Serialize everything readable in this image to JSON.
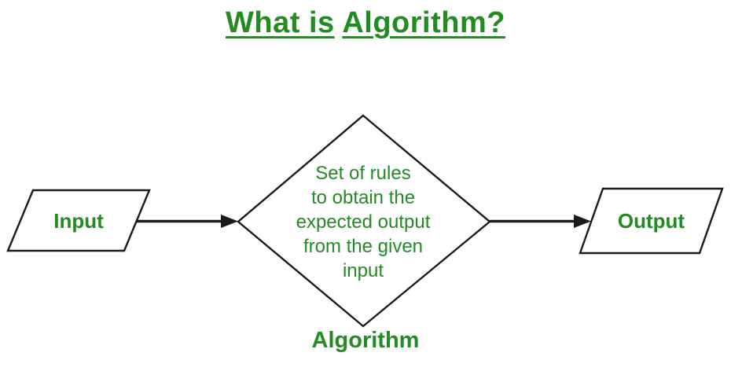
{
  "title": {
    "part1": "What is",
    "part2": "Algorithm?"
  },
  "nodes": {
    "input": {
      "label": "Input"
    },
    "output": {
      "label": "Output"
    },
    "diamond": {
      "lines": [
        "Set of rules",
        "to obtain the",
        "expected output",
        "from the given",
        "input"
      ],
      "caption": "Algorithm"
    }
  },
  "colors": {
    "green": "#228B22",
    "outline": "#1a1a1a",
    "background": "#ffffff"
  }
}
